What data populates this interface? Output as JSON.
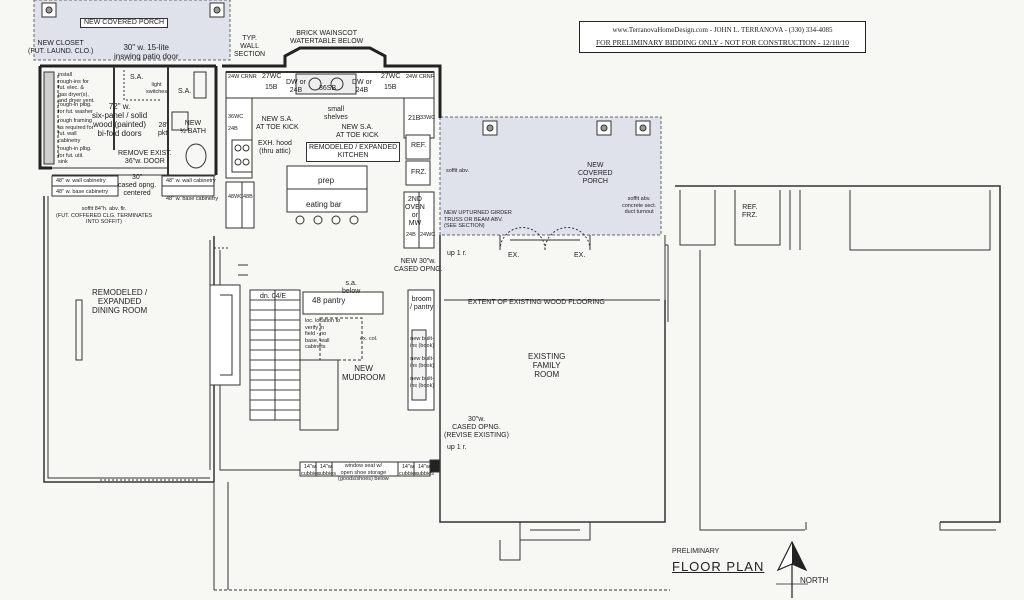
{
  "title_block": {
    "line1": "www.TerranovaHomeDesign.com - JOHN L. TERRANOVA - (330) 334-4085",
    "line2": "FOR PRELIMINARY BIDDING ONLY - NOT FOR CONSTRUCTION - 12/10/10"
  },
  "plan_title": {
    "pre": "PRELIMINARY",
    "main": "FLOOR PLAN"
  },
  "north_label": "NORTH",
  "labels": {
    "new_covered_porch_top": "NEW COVERED PORCH",
    "new_closet": "NEW CLOSET\n(FUT. LAUND. CLO.)",
    "patio_door": "30\" w. 15-lite\ninswing patio door",
    "typ_wall": "TYP.\nWALL\nSECTION",
    "brick_wainscot": "BRICK WAINSCOT\nWATERTABLE BELOW",
    "sa_1": "S.A.",
    "sa_2": "S.A.",
    "light_switches": "light\nswitches",
    "six_panel": "72\" w.\nsix-panel / solid\nwood (painted)\nbi-fold doors",
    "new_half_bath": "NEW\n½ BATH",
    "pkt": "28\"\npkt.",
    "rough_ins_1": "install\nrough-ins for\nfut. elec. &\ngas dryer(s),\nand dryer vent.",
    "rough_ins_2": "rough-in plbg.\nfor fut. washer",
    "rough_ins_3": "rough framing\nas required for\nfut. wall\ncabinetry",
    "rough_ins_4": "rough-in plbg.\nfor fut. util.\nsink",
    "remove_door": "REMOVE EXIST.\n36\"w. DOOR",
    "cased_opng_1": "30\"\ncased opng.\ncentered",
    "wall_cab_1": "48\" w. wall cabinetry",
    "base_cab_1": "48\" w. base cabinetry",
    "soffit_note": "soffit 84\"h. abv. flr.\n(FUT. COFFERED CLG. TERMINATES\nINTO SOFFIT)",
    "wall_cab_2": "48\" w. wall cabinetry",
    "base_cab_2": "48\" w. base cabinetry",
    "dw_24b_1": "DW or\n24B",
    "sink_36sb": "36SB",
    "dw_24b_2": "DW or\n24B",
    "wc27_1": "27WC",
    "wc27_2": "27WC",
    "b15_1": "15B",
    "b15_2": "15B",
    "wc24_1": "24W CRNR",
    "wc24_2": "24W CRNR",
    "small_shelves": "small\nshelves",
    "new_sa_toe_1": "NEW S.A.\nAT TOE KICK",
    "new_sa_toe_2": "NEW S.A.\nAT TOE KICK",
    "exh_hood": "EXH. hood\n(thru attic)",
    "remodeled_kitchen": "REMODELED / EXPANDED\nKITCHEN",
    "wc36": "36WC",
    "b24": "24B",
    "b21": "21B",
    "wc33": "33WC",
    "ref": "REF.",
    "frz": "FRZ.",
    "prep": "prep",
    "eating_bar": "eating bar",
    "wc48": "48WC",
    "b48": "48B",
    "second_oven": "2ND\nOVEN\nor\nMW",
    "b24_2": "24B",
    "wc24_v": "24WC",
    "new_covered_porch_right": "NEW\nCOVERED\nPORCH",
    "soffit_abv": "soffit abv.",
    "girder_note": "NEW UPTURNED GIRDER\nTRUSS OR BEAM ABV.\n(SEE SECTION)",
    "soffit_concrete": "soffit abv.\nconcrete sect.\nduct turnout",
    "ref_frz_right": "REF.\nFRZ.",
    "up_1r_1": "up 1 r.",
    "new_cased_opng": "NEW 30\"w.\nCASED OPNG.",
    "ex_1": "EX.",
    "ex_2": "EX.",
    "remodeled_dining": "REMODELED /\nEXPANDED\nDINING ROOM",
    "sa_below": "s.a.\nbelow",
    "pantry_48": "48 pantry",
    "broom_pantry": "broom\n/ pantry",
    "extent_flooring": "EXTENT OF EXISTING WOOD FLOORING",
    "new_mudroom": "NEW\nMUDROOM",
    "existing_family_room": "EXISTING\nFAMILY\nROOM",
    "cased_opng_2": "30\"w.\nCASED OPNG.\n(REVISE EXISTING)",
    "up_1r_2": "up 1 r.",
    "dn_label": "dn. 04/E",
    "mudroom_note": "loc. location to\nverify in\nfield - no\nbase, wall\ncabinets",
    "ex_cols": "ex. col.",
    "bottom_cab_1": "14\"w.\ncubbies",
    "bottom_cab_2": "14\"w.\ncubbies",
    "bottom_cab_3": "window seat w/\nopen shoe storage\n(goods/shoes) below",
    "bottom_cab_4": "14\"w.\ncubbies",
    "bottom_cab_5": "14\"w.\ncubbies",
    "built_ins_1": "new built-\nins (book)",
    "built_ins_2": "new built-\nins (book)",
    "built_ins_3": "new built-\nins (book)"
  }
}
